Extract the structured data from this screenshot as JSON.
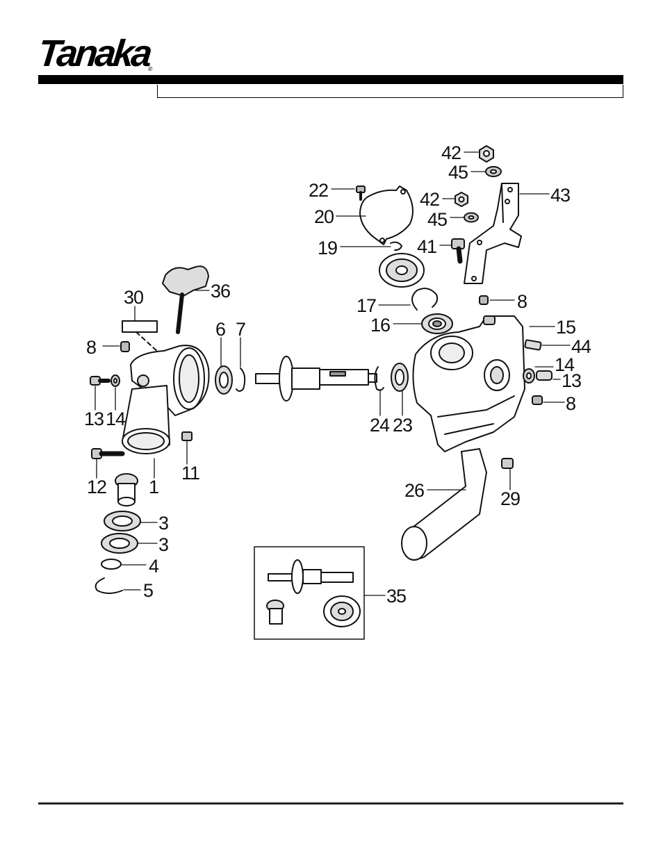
{
  "brand": {
    "name": "Tanaka",
    "mark": "®"
  },
  "header": {
    "title": ""
  },
  "diagram": {
    "callouts": [
      {
        "id": "42a",
        "text": "42"
      },
      {
        "id": "45a",
        "text": "45"
      },
      {
        "id": "22",
        "text": "22"
      },
      {
        "id": "42b",
        "text": "42"
      },
      {
        "id": "43",
        "text": "43"
      },
      {
        "id": "20",
        "text": "20"
      },
      {
        "id": "45b",
        "text": "45"
      },
      {
        "id": "19",
        "text": "19"
      },
      {
        "id": "41",
        "text": "41"
      },
      {
        "id": "30",
        "text": "30"
      },
      {
        "id": "36",
        "text": "36"
      },
      {
        "id": "17",
        "text": "17"
      },
      {
        "id": "8a",
        "text": "8"
      },
      {
        "id": "6",
        "text": "6"
      },
      {
        "id": "7",
        "text": "7"
      },
      {
        "id": "16",
        "text": "16"
      },
      {
        "id": "15",
        "text": "15"
      },
      {
        "id": "8b",
        "text": "8"
      },
      {
        "id": "44",
        "text": "44"
      },
      {
        "id": "14a",
        "text": "14"
      },
      {
        "id": "13a",
        "text": "13"
      },
      {
        "id": "13b",
        "text": "13"
      },
      {
        "id": "14b",
        "text": "14"
      },
      {
        "id": "24",
        "text": "24"
      },
      {
        "id": "23",
        "text": "23"
      },
      {
        "id": "8c",
        "text": "8"
      },
      {
        "id": "11",
        "text": "11"
      },
      {
        "id": "12",
        "text": "12"
      },
      {
        "id": "1",
        "text": "1"
      },
      {
        "id": "26",
        "text": "26"
      },
      {
        "id": "29",
        "text": "29"
      },
      {
        "id": "3a",
        "text": "3"
      },
      {
        "id": "3b",
        "text": "3"
      },
      {
        "id": "4",
        "text": "4"
      },
      {
        "id": "5",
        "text": "5"
      },
      {
        "id": "35",
        "text": "35"
      }
    ]
  }
}
